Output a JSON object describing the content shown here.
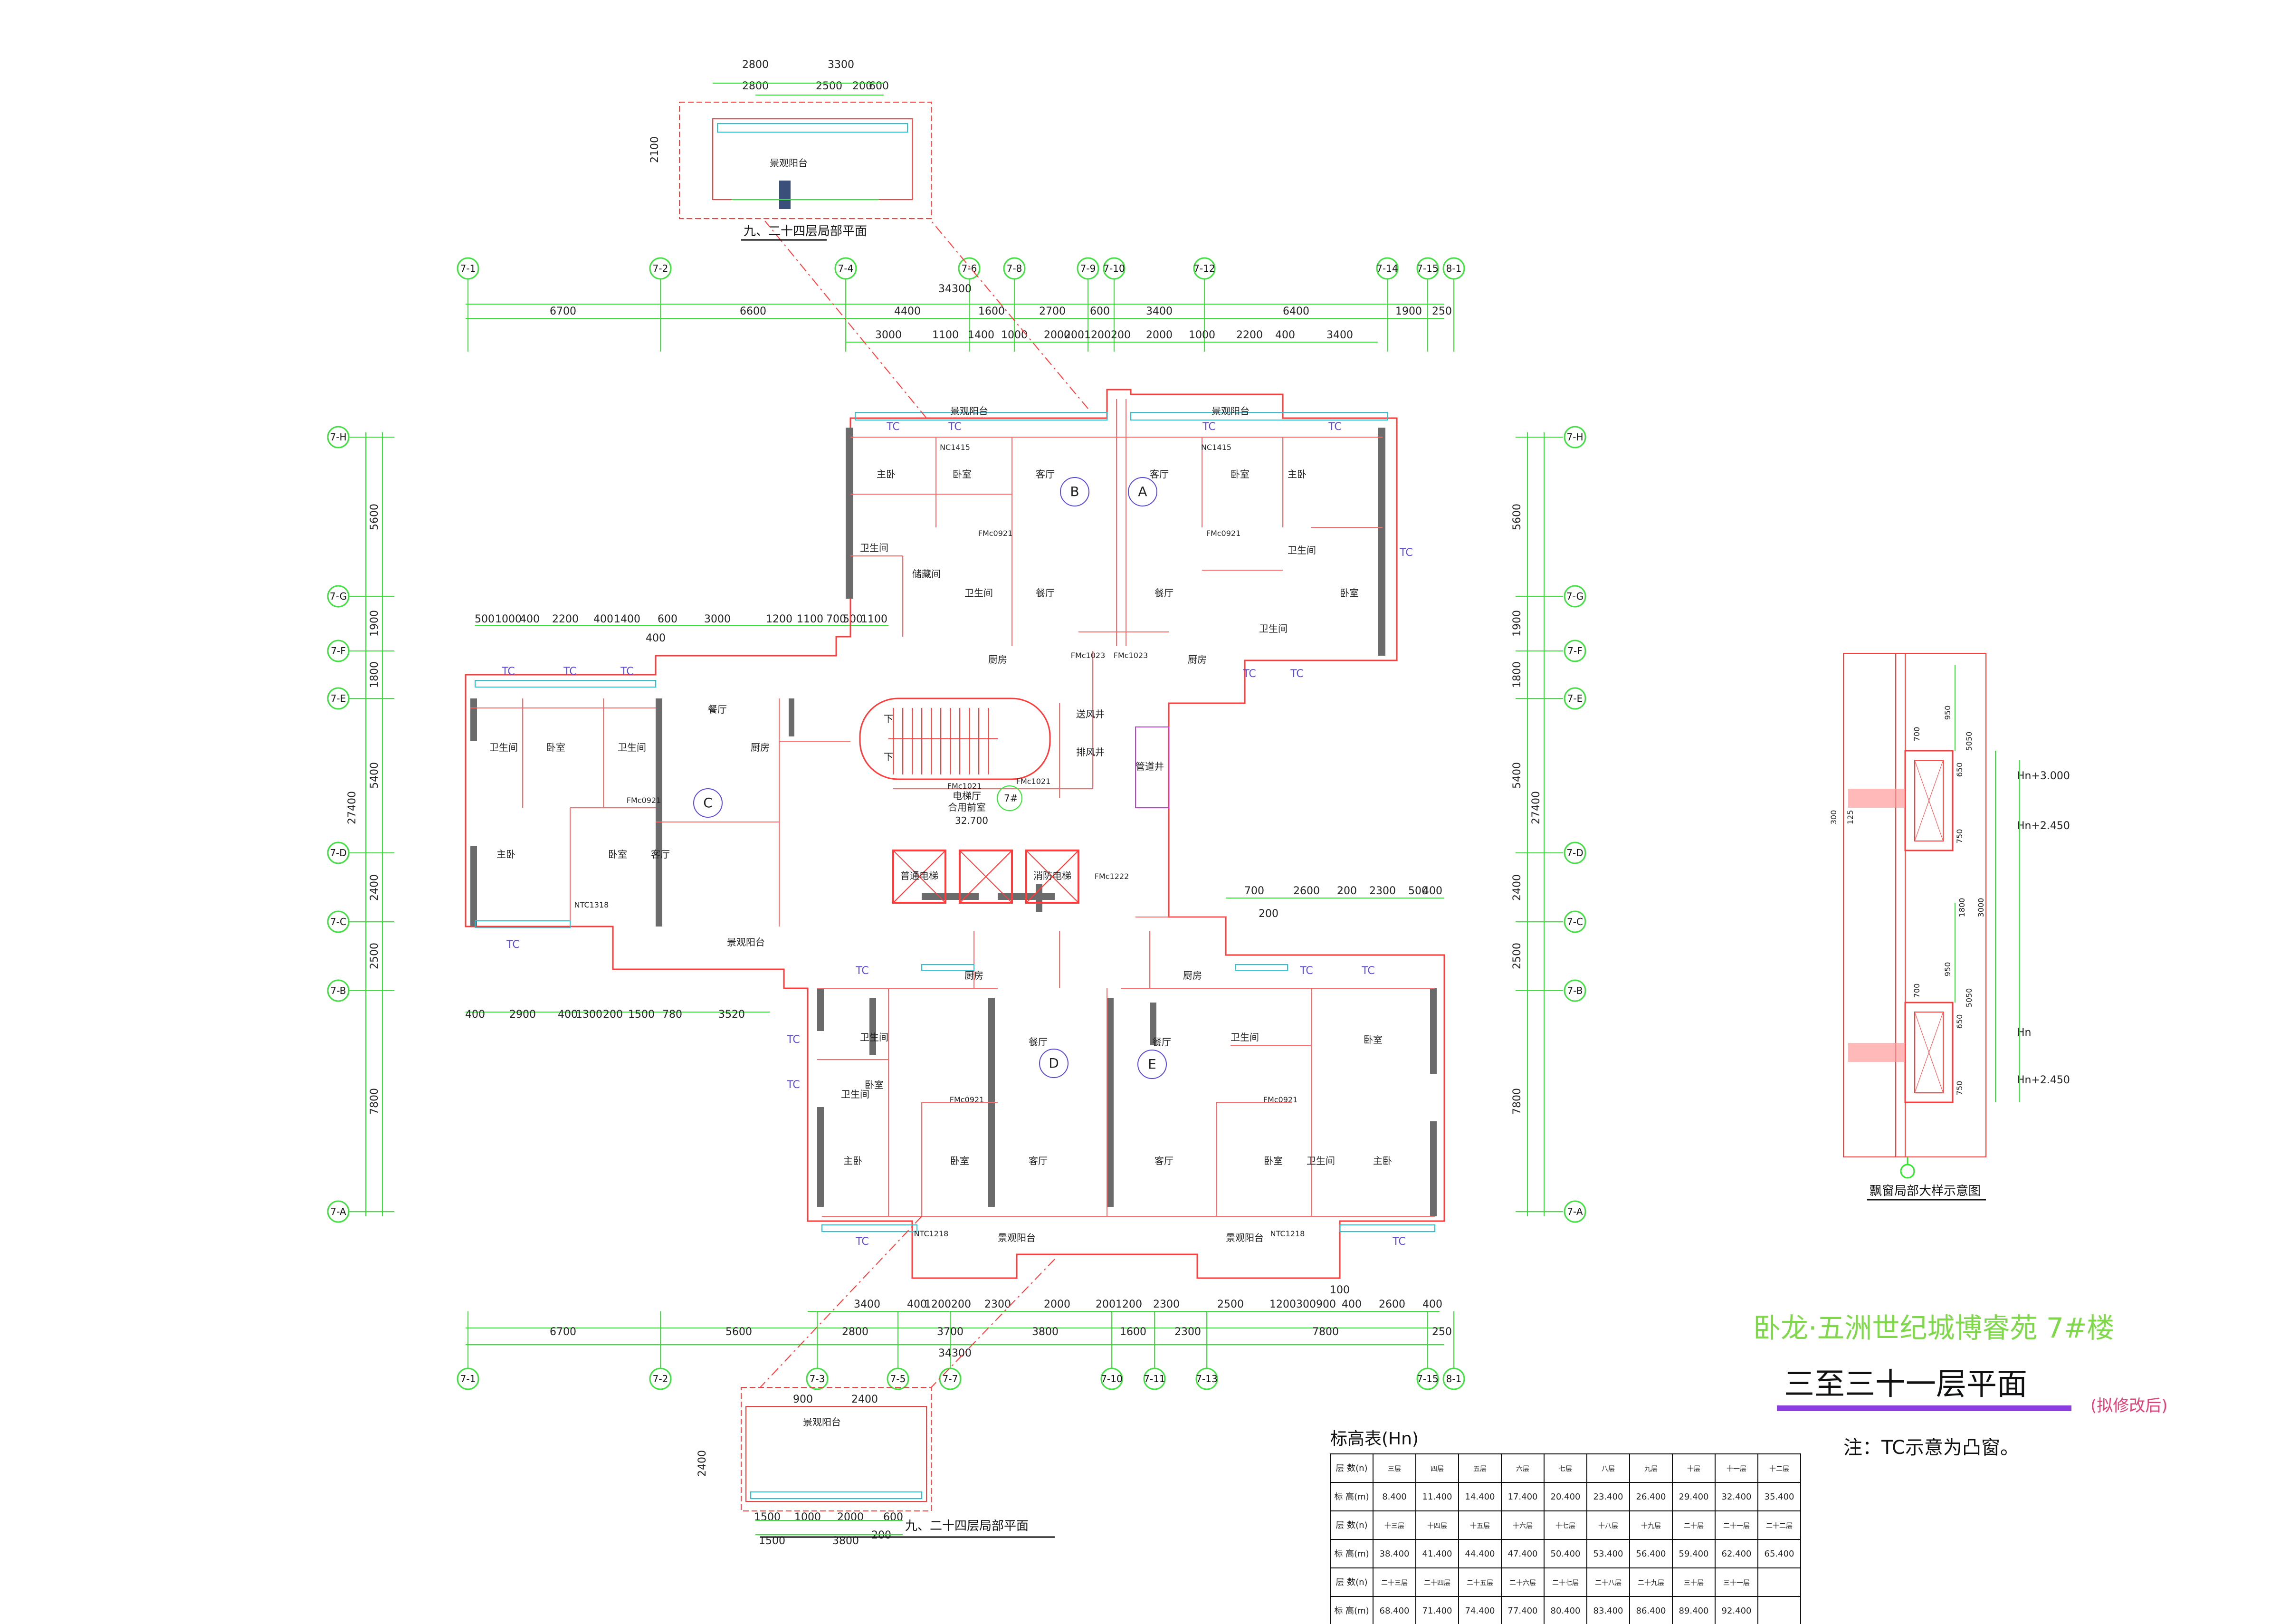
{
  "title": {
    "project": "卧龙·五洲世纪城博睿苑 7#楼",
    "plan": "三至三十一层平面",
    "status": "(拟修改后)",
    "note": "注：TC示意为凸窗。"
  },
  "captions": {
    "partial_top": "九、二十四层局部平面",
    "partial_bottom": "九、二十四层局部平面",
    "window_detail": "飘窗局部大样示意图"
  },
  "axes": {
    "top": [
      "7-1",
      "7-2",
      "7-4",
      "7-6",
      "7-8",
      "7-9",
      "7-10",
      "7-12",
      "7-14",
      "7-15",
      "8-1"
    ],
    "bottom": [
      "7-1",
      "7-2",
      "7-3",
      "7-5",
      "7-7",
      "7-10",
      "7-11",
      "7-13",
      "7-15",
      "8-1"
    ],
    "left": [
      "7-H",
      "7-G",
      "7-F",
      "7-E",
      "7-D",
      "7-C",
      "7-B",
      "7-A"
    ],
    "right": [
      "7-H",
      "7-G",
      "7-F",
      "7-E",
      "7-D",
      "7-C",
      "7-B",
      "7-A"
    ]
  },
  "dimensions": {
    "top_total": "34300",
    "top_row1": [
      "6700",
      "6600",
      "4400",
      "1600",
      "2700",
      "600",
      "3400",
      "6400",
      "1900",
      "250"
    ],
    "top_row2": [
      "3000",
      "1100",
      "1400",
      "1000",
      "2000",
      "2001200200",
      "2000",
      "1000",
      "2200",
      "400",
      "3400"
    ],
    "bottom_total": "34300",
    "bottom_row1": [
      "6700",
      "5600",
      "2800",
      "3700",
      "3800",
      "1600",
      "2300",
      "7800",
      "250"
    ],
    "bottom_row2": [
      "3400",
      "400",
      "1200200",
      "2300",
      "2000",
      "2001200",
      "2300",
      "2500",
      "1200",
      "300900",
      "400",
      "2600",
      "400",
      "100"
    ],
    "left_total": "27400",
    "left": [
      "5600",
      "1900",
      "1800",
      "5400",
      "2400",
      "2500",
      "7800"
    ],
    "right_total": "27400",
    "right": [
      "5600",
      "1900",
      "1800",
      "5400",
      "2400",
      "2500",
      "7800"
    ],
    "mid_left": [
      "500",
      "1000",
      "400",
      "2200",
      "400",
      "1400",
      "600",
      "3000",
      "1200",
      "1100",
      "700",
      "500",
      "1100",
      "400"
    ],
    "mid_left_bottom": [
      "400",
      "2900",
      "400",
      "1300",
      "200",
      "1500",
      "780",
      "3520"
    ],
    "mid_right": [
      "700",
      "2600",
      "200",
      "2300",
      "500",
      "400",
      "200"
    ],
    "partial_top": [
      "2800",
      "3300",
      "2800",
      "2500",
      "200",
      "600",
      "2100"
    ],
    "partial_bottom": [
      "900",
      "2400",
      "1500",
      "1000",
      "2000",
      "600",
      "1500",
      "3800",
      "200",
      "2400"
    ]
  },
  "units": [
    {
      "id": "A",
      "rooms": [
        "主卧",
        "卧室",
        "卧室",
        "客厅",
        "餐厅",
        "卫生间",
        "卫生间",
        "厨房"
      ]
    },
    {
      "id": "B",
      "rooms": [
        "主卧",
        "卧室",
        "客厅",
        "餐厅",
        "卫生间",
        "卫生间",
        "厨房",
        "储藏间"
      ]
    },
    {
      "id": "C",
      "rooms": [
        "主卧",
        "卧室",
        "卧室",
        "客厅",
        "餐厅",
        "卫生间",
        "卫生间",
        "厨房"
      ]
    },
    {
      "id": "D",
      "rooms": [
        "主卧",
        "卧室",
        "卧室",
        "客厅",
        "餐厅",
        "卫生间",
        "卫生间",
        "厨房"
      ]
    },
    {
      "id": "E",
      "rooms": [
        "主卧",
        "卧室",
        "卧室",
        "客厅",
        "餐厅",
        "卫生间",
        "卫生间",
        "厨房"
      ]
    }
  ],
  "labels": {
    "balcony": "景观阳台",
    "tc": "TC",
    "core": "电梯厅\n合用前室",
    "core_number": "7#",
    "elevation_core": "32.700",
    "shaft": "送风井",
    "exhaust": "排风井",
    "elevator_a": "普通电梯",
    "elevator_b": "消防电梯",
    "pipe": "管道井",
    "tags": [
      "NC1415",
      "NC1415",
      "FMc0921",
      "FMc0921",
      "FMc1023",
      "FMc1023",
      "FMc1021",
      "FMc1021",
      "NTC1318",
      "FMc1222",
      "NTC1218",
      "NTC1218",
      "FMc0921",
      "FMc0921",
      "FMc0921"
    ]
  },
  "elevation_table": {
    "title": "标高表(Hn)",
    "rows": [
      {
        "label": "层 数(n)",
        "values": [
          "三层",
          "四层",
          "五层",
          "六层",
          "七层",
          "八层",
          "九层",
          "十层",
          "十一层",
          "十二层"
        ]
      },
      {
        "label": "标 高(m)",
        "values": [
          "8.400",
          "11.400",
          "14.400",
          "17.400",
          "20.400",
          "23.400",
          "26.400",
          "29.400",
          "32.400",
          "35.400"
        ]
      },
      {
        "label": "层 数(n)",
        "values": [
          "十三层",
          "十四层",
          "十五层",
          "十六层",
          "十七层",
          "十八层",
          "十九层",
          "二十层",
          "二十一层",
          "二十二层"
        ]
      },
      {
        "label": "标 高(m)",
        "values": [
          "38.400",
          "41.400",
          "44.400",
          "47.400",
          "50.400",
          "53.400",
          "56.400",
          "59.400",
          "62.400",
          "65.400"
        ]
      },
      {
        "label": "层 数(n)",
        "values": [
          "二十三层",
          "二十四层",
          "二十五层",
          "二十六层",
          "二十七层",
          "二十八层",
          "二十九层",
          "三十层",
          "三十一层",
          ""
        ]
      },
      {
        "label": "标 高(m)",
        "values": [
          "68.400",
          "71.400",
          "74.400",
          "77.400",
          "80.400",
          "83.400",
          "86.400",
          "89.400",
          "92.400",
          ""
        ]
      }
    ]
  },
  "window_detail": {
    "labels": [
      "Hn+3.000",
      "Hn+2.450",
      "Hn",
      "Hn+2.450"
    ],
    "dims": [
      "950",
      "5050",
      "700",
      "650",
      "750",
      "1800",
      "3000",
      "950",
      "5050",
      "700",
      "650",
      "750",
      "300",
      "125"
    ]
  },
  "colors": {
    "wall": "#6b6b6b",
    "outline_red": "#ff3b3b",
    "dim_green": "#2ee82e",
    "axis_green": "#43e043",
    "tag_magenta": "#c23bd8",
    "tc_purple": "#5a4bd8",
    "title_green": "#7fd84a",
    "underline_purple": "#8a3ee0"
  }
}
